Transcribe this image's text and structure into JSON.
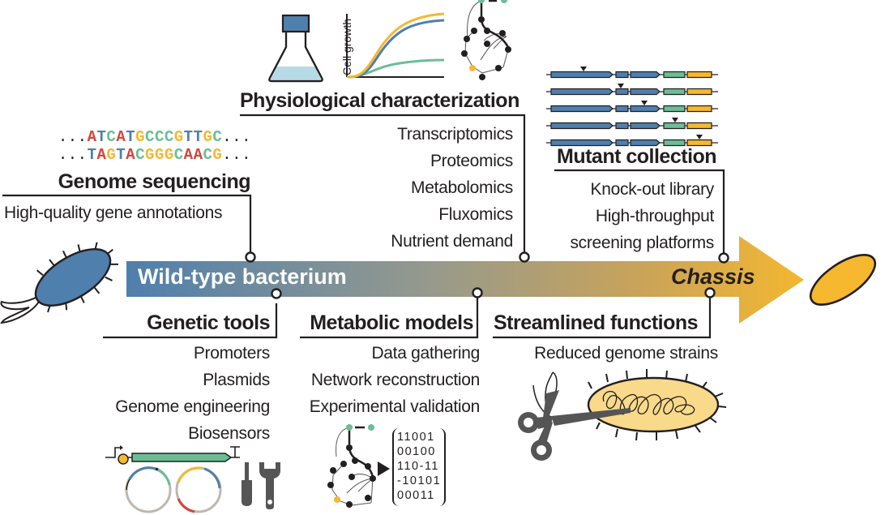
{
  "colors": {
    "blue": "#4f7fad",
    "yellow": "#f5b82e",
    "green": "#6cbd96",
    "red": "#d6453d",
    "gray": "#bdb7b0",
    "dark": "#231f20",
    "light_blue": "#b7dbe6",
    "cell_yellow_light": "#f9d98a"
  },
  "arrow": {
    "start_label": "Wild-type bacterium",
    "end_label": "Chassis"
  },
  "genome_sequencing": {
    "title": "Genome sequencing",
    "items": [
      "High-quality gene annotations"
    ],
    "sequence_top": {
      "prefix": "...",
      "bases": "ATCATGCCCGTTGC",
      "suffix": "..."
    },
    "sequence_bottom": {
      "prefix": "...",
      "bases": "TAGTACGGGCAACG",
      "suffix": "..."
    }
  },
  "physiological": {
    "title": "Physiological characterization",
    "items": [
      "Transcriptomics",
      "Proteomics",
      "Metabolomics",
      "Fluxomics",
      "Nutrient demand"
    ],
    "growth_axis_label": "Cell growth"
  },
  "mutant_collection": {
    "title": "Mutant collection",
    "items": [
      "Knock-out library",
      "High-throughput",
      "screening platforms"
    ]
  },
  "genetic_tools": {
    "title": "Genetic tools",
    "items": [
      "Promoters",
      "Plasmids",
      "Genome engineering",
      "Biosensors"
    ]
  },
  "metabolic_models": {
    "title": "Metabolic models",
    "items": [
      "Data gathering",
      "Network reconstruction",
      "Experimental validation"
    ],
    "matrix": [
      "11001",
      "00100",
      "110-11",
      "-10101",
      "00011"
    ]
  },
  "streamlined": {
    "title": "Streamlined functions",
    "items": [
      "Reduced genome strains"
    ]
  }
}
